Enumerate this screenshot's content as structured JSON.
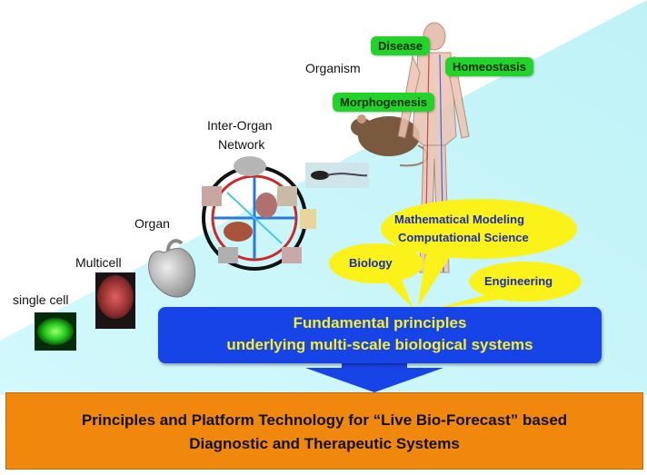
{
  "scales": {
    "single_cell": "single cell",
    "multicell": "Multicell",
    "organ": "Organ",
    "inter_organ_line1": "Inter-Organ",
    "inter_organ_line2": "Network",
    "organism": "Organism"
  },
  "tags": {
    "disease": "Disease",
    "homeostasis": "Homeostasis",
    "morphogenesis": "Morphogenesis"
  },
  "bubbles": {
    "math_line1": "Mathematical Modeling",
    "math_line2": "Computational Science",
    "biology": "Biology",
    "engineering": "Engineering"
  },
  "principles": {
    "line1": "Fundamental principles",
    "line2": "underlying multi-scale biological systems"
  },
  "platform": {
    "line1": "Principles and Platform Technology for “Live Bio-Forecast” based",
    "line2": "Diagnostic and Therapeutic Systems"
  },
  "colors": {
    "sky_band": "#c9f7fb",
    "tag_green": "#22d429",
    "bubble_yellow": "#fbf21a",
    "principles_blue": "#1744e6",
    "principles_text": "#f6ef2e",
    "platform_orange": "#f0880e"
  },
  "icons": [
    "cell-image",
    "multicell-image",
    "heart-image",
    "organ-network-image",
    "mouse-image",
    "zebrafish-image",
    "human-body-image"
  ]
}
